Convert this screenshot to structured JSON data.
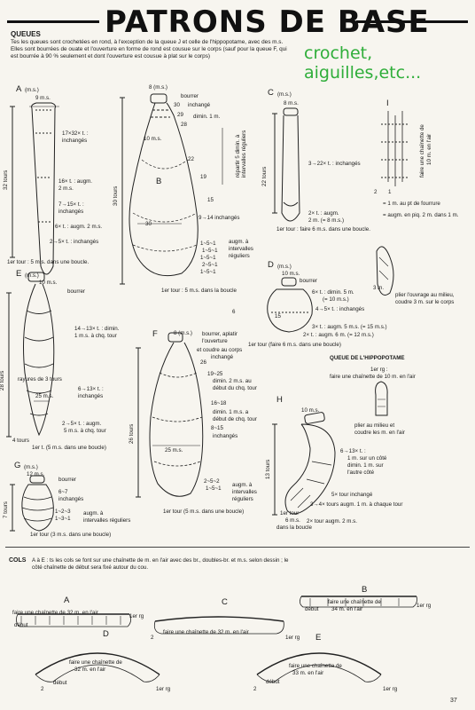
{
  "title": "PATRONS DE BASE",
  "watermark": [
    "crochet,",
    "aiguilles,etc..."
  ],
  "colors": {
    "watermark": "#2fae3a",
    "ink": "#1a1a1a",
    "paper": "#f7f5ef"
  },
  "page_number": "37",
  "queues": {
    "heading": "QUEUES",
    "intro": "Tes les queues sont crochetées en rond, à l'exception de la queue J et celle de l'hippopotame, avec des m.s. Elles sont bourrées de ouate et l'ouverture en forme de rond est cousue sur le corps (sauf pour la queue F, qui est bourrée à 90 % seulement et dont l'ouverture est cousue à plat sur le corps)"
  },
  "A": {
    "letter": "A",
    "ms": "(m.s.)",
    "top": "9 m.s.",
    "side": "32 tours",
    "l1": "17×32× t. :",
    "l2": "inchangés",
    "l3": "16× t. : augm.",
    "l4": "2 m.s.",
    "l5": "7→15× t. :",
    "l6": "inchangés",
    "l7": "6× t. : augm. 2 m.s.",
    "l8": "2→5× t. : inchangés",
    "bottom": "1er tour : 5 m.s. dans une boucle."
  },
  "B": {
    "letter": "B",
    "ms": "8 (m.s.)",
    "n30": "30",
    "n29": "29",
    "n28": "28",
    "n22": "22",
    "n19": "19",
    "n15": "15",
    "n10": "10 m.s.",
    "bourrer": "bourrer",
    "inch": "inchangé",
    "dimin": "dimin. 1 m.",
    "side": "30 tours",
    "mid": "9→14 inchangés",
    "n30b": "30",
    "aug": "augm. à",
    "aug2": "intervalles",
    "aug3": "réguliers",
    "seq1": "1~5~1",
    "seq2": "1~5~1",
    "seq3": "1~5~1",
    "seq4": "2~5~1",
    "seq5": "1~5~1",
    "repartir": "répartir 5 dimin. à intervalles réguliers",
    "bottom": "1er tour : 5 m.s. dans la boucle"
  },
  "C": {
    "letter": "C",
    "ms": "(m.s.)",
    "top": "8 m.s.",
    "side": "22 tours",
    "l1": "3→22× t. : inchangés",
    "l2": "2× t. : augm.",
    "l3": "2 m. (= 8 m.s.)",
    "bottom": "1er tour : faire 6 m.s. dans une boucle."
  },
  "I": {
    "letter": "I",
    "l1": "faire une chaînette de",
    "l2": "10 m. en l'air",
    "n2": "2",
    "n1": "1",
    "leg1": "= 1 m. au pt de fourrure",
    "leg2": "= augm. en piq. 2 m. dans 1 m.",
    "fold1": "plier l'ouvrage au milieu,",
    "fold2": "coudre 3 m. sur le corps",
    "m3": "3 m."
  },
  "D": {
    "letter": "D",
    "ms": "(m.s.)",
    "top": "10 m.s.",
    "bourrer": "bourrer",
    "n6": "6",
    "n15": "15",
    "l1": "6× t. : dimin. 5 m.",
    "l2": "(= 10 m.s.)",
    "l3": "4→5× t. : inchangés",
    "l4": "3× t. : augm. 5 m.s. (= 15 m.s.)",
    "l5": "2× t. : augm. 6 m. (= 12 m.s.)",
    "bottom": "1er tour (faire 6 m.s. dans une boucle)"
  },
  "hippo": {
    "heading": "QUEUE DE L'HIPPOPOTAME",
    "l1": "1er rg :",
    "l2": "faire une chaînette de 10 m. en l'air",
    "l3": "plier au milieu et",
    "l4": "coudre les m. en l'air"
  },
  "E": {
    "letter": "E",
    "ms": "(m.s.)",
    "top": "10 m.s.",
    "bourrer": "bourrer",
    "side": "28 tours",
    "l1": "14→13× t. : dimin.",
    "l2": "1 m.s. à chq. tour",
    "rayures": "rayures de 3 tours",
    "l3": "6→13× t. :",
    "l4": "inchangés",
    "n25": "25 m.s.",
    "l5": "2→5× t. : augm.",
    "l6": "5 m.s. à chq. tour",
    "n4": "4 tours",
    "bottom": "1er t. (5 m.s. dans une boucle)"
  },
  "F": {
    "letter": "F",
    "ms": "8 (m.s.)",
    "l1": "bourrer, aplatir",
    "l2": "l'ouverture",
    "l3": "et coudre au corps",
    "l4": "inchangé",
    "n26": "26",
    "n19": "19~25",
    "dimin1": "dimin. 2 m.s. au",
    "dimin2": "début du chq. tour",
    "n16": "16~18",
    "dimin3": "dimin. 1 m.s. a",
    "dimin4": "début de chq. tour",
    "n8": "8~15",
    "inch": "inchangés",
    "side": "26 tours",
    "n25": "25 m.s.",
    "seq1": "2~5~2",
    "seq2": "1~5~1",
    "aug1": "augm. à",
    "aug2": "intervalles",
    "aug3": "réguliers",
    "bottom": "1er tour (5 m.s. dans une boucle)"
  },
  "G": {
    "letter": "G",
    "ms": "(m.s.)",
    "top": "12 m.s.",
    "bourrer": "bourrer",
    "n67": "6~7",
    "inch": "inchangés",
    "side": "7 tours",
    "seq1": "1~2~3",
    "seq2": "1~3~1",
    "aug1": "augm. à",
    "aug2": "intervalles réguliers",
    "bottom": "1er tour (3 m.s. dans une boucle)"
  },
  "H": {
    "letter": "H",
    "top": "10 m.s.",
    "side": "13 tours",
    "l1": "6→13× t. :",
    "l2": "1 m. sur un côté",
    "l3": "dimin. 1 m. sur",
    "l4": "l'autre côté",
    "l5": "5× tour inchangé",
    "l6": "3→4× tours augm. 1 m. à chaque tour",
    "l7": "1er tour",
    "l8": "6 m.s.",
    "l9": "dans la boucle",
    "l10": "2× tour augm. 2 m.s."
  },
  "cols": {
    "heading": "COLS",
    "intro": "A à E : ts les cols se font sur une chaînette de m. en l'air avec des br., doubles-br. et m.s. selon dessin ; le côté chaînette de début sera fixé autour du cou.",
    "A": {
      "letter": "A",
      "l1": "faire une chaînette de 32 m. en l'air",
      "rg": "1er rg",
      "debut": "début"
    },
    "B": {
      "letter": "B",
      "l1": "faire une chaînette de",
      "l2": "34 m. en l'air",
      "debut": "début",
      "rg": "1er rg"
    },
    "C": {
      "letter": "C",
      "l1": "faire une chaînette de 32 m. en l'air",
      "n2": "2",
      "rg": "1er rg"
    },
    "D": {
      "letter": "D",
      "l1": "faire une chaînette de",
      "l2": "32 m. en l'air",
      "debut": "début",
      "n2": "2",
      "rg": "1er rg"
    },
    "E": {
      "letter": "E",
      "l1": "faire une chaînette de",
      "l2": "33 m. en l'air",
      "debut": "début",
      "n2": "2",
      "rg": "1er rg"
    }
  }
}
